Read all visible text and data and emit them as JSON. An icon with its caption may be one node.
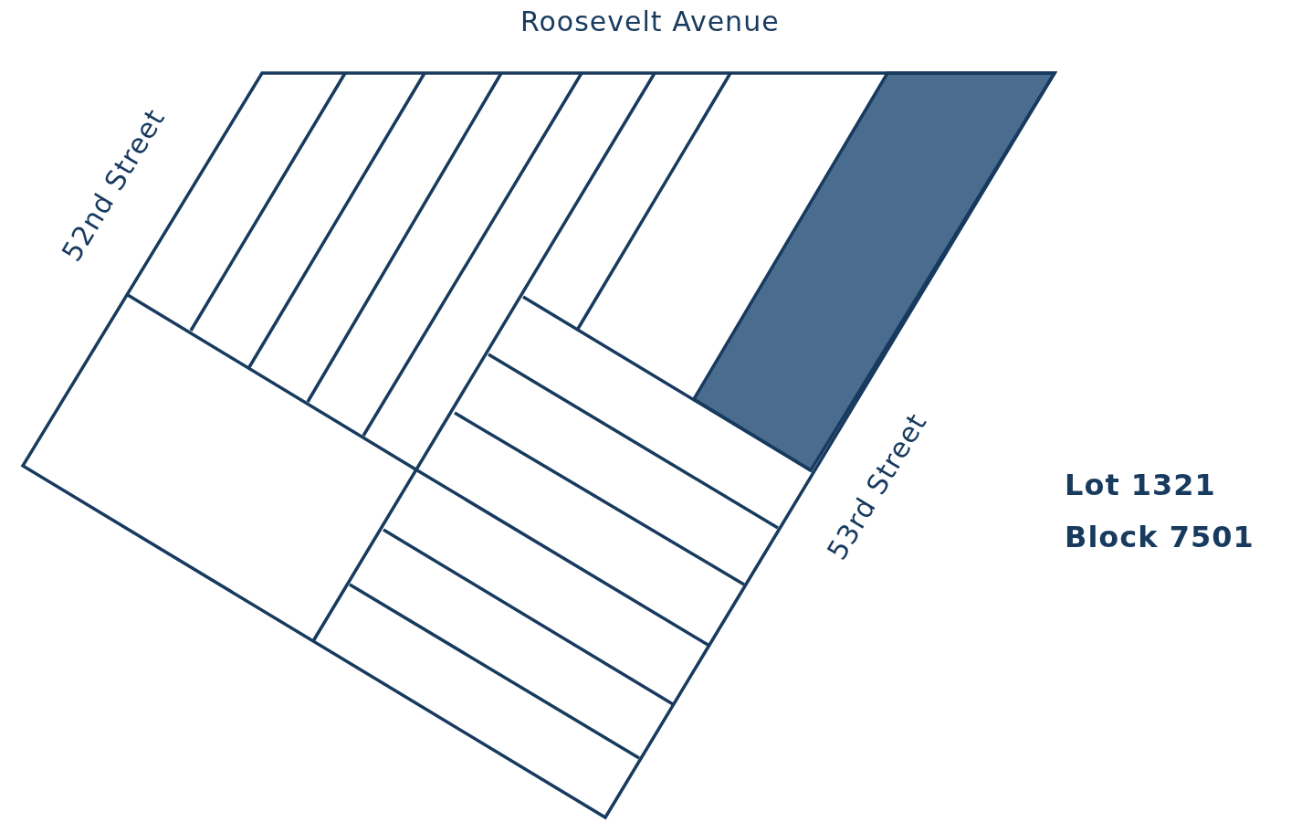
{
  "diagram": {
    "labels": [
      "Roosevelt Avenue",
      "52nd Street",
      "53rd Street",
      "Lot 1321",
      "Block 7501"
    ]
  }
}
